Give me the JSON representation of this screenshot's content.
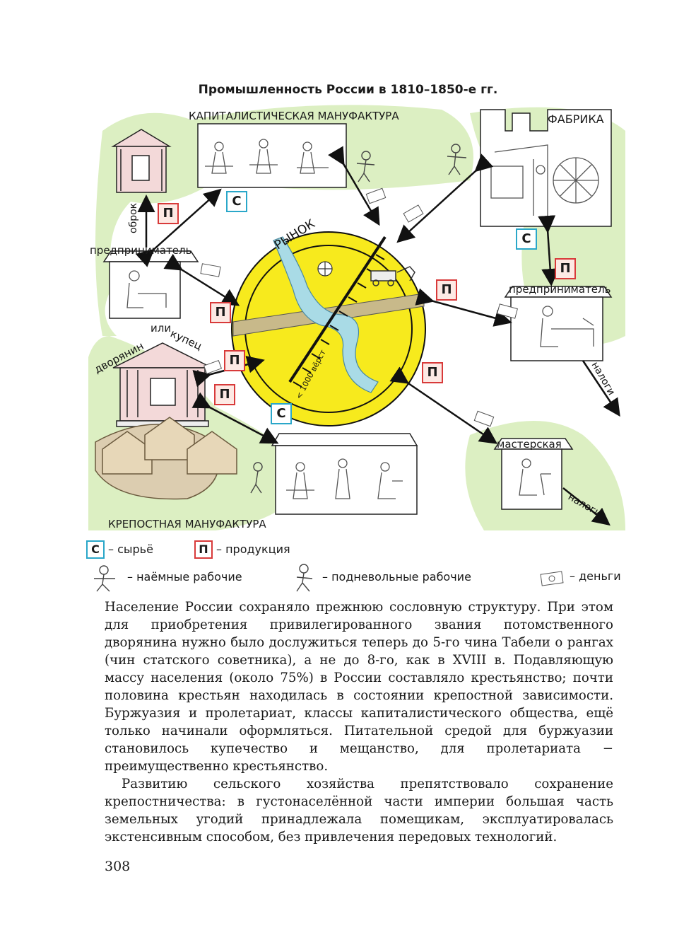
{
  "title": "Промышленность России в 1810–1850-е гг.",
  "diagram": {
    "cap_manufactory": "КАПИТАЛИСТИЧЕСКАЯ МАНУФАКТУРА",
    "factory": "ФАБРИКА",
    "market": "РЫНОК",
    "entrepreneur_left": "предприниматель",
    "entrepreneur_right": "предприниматель",
    "obrok": "оброк",
    "noble": "дворянин",
    "or": "или",
    "merchant": "купец",
    "serf_manufactory": "КРЕПОСТНАЯ МАНУФАКТУРА",
    "workshop": "мастерская",
    "taxes_1": "налоги",
    "taxes_2": "налоги",
    "distance": "< 1000 вёрст",
    "badge_s": "С",
    "badge_p": "П"
  },
  "legend": {
    "s_symbol": "С",
    "s_text": "– сырьё",
    "p_symbol": "П",
    "p_text": "– продукция",
    "hired": "– наёмные рабочие",
    "forced": "– подневольные рабочие",
    "money": "– деньги"
  },
  "body": {
    "p1": "Население России сохраняло прежнюю сословную структуру. При этом для приобретения привилегированного звания потомственного дворянина нужно было дослужиться теперь до 5-го чина Табели о рангах (чин статского советника), а не до 8-го, как в XVIII в. Подавляющую массу населения (около 75%) в России составляло крестьянство; почти половина крестьян находилась в состоянии крепостной зависимости. Буржуазия и пролетариат, классы капиталистического общества, ещё только начинали оформляться. Питательной средой для буржуазии становилось купечество и мещанство, для пролетариата − преимущественно крестьянство.",
    "p2": "Развитию сельского хозяйства препятствовало сохранение крепостничества: в густонаселённой части империи большая часть земельных угодий принадлежала помещикам, эксплуатировалась экстенсивным способом, без привлечения передовых технологий."
  },
  "page_number": "308",
  "colors": {
    "green": "#dcefc2",
    "yellow": "#f7ea1d",
    "raw_badge": "#2aa7c9",
    "product_badge": "#d83a3a",
    "river": "#a9dbe6"
  }
}
